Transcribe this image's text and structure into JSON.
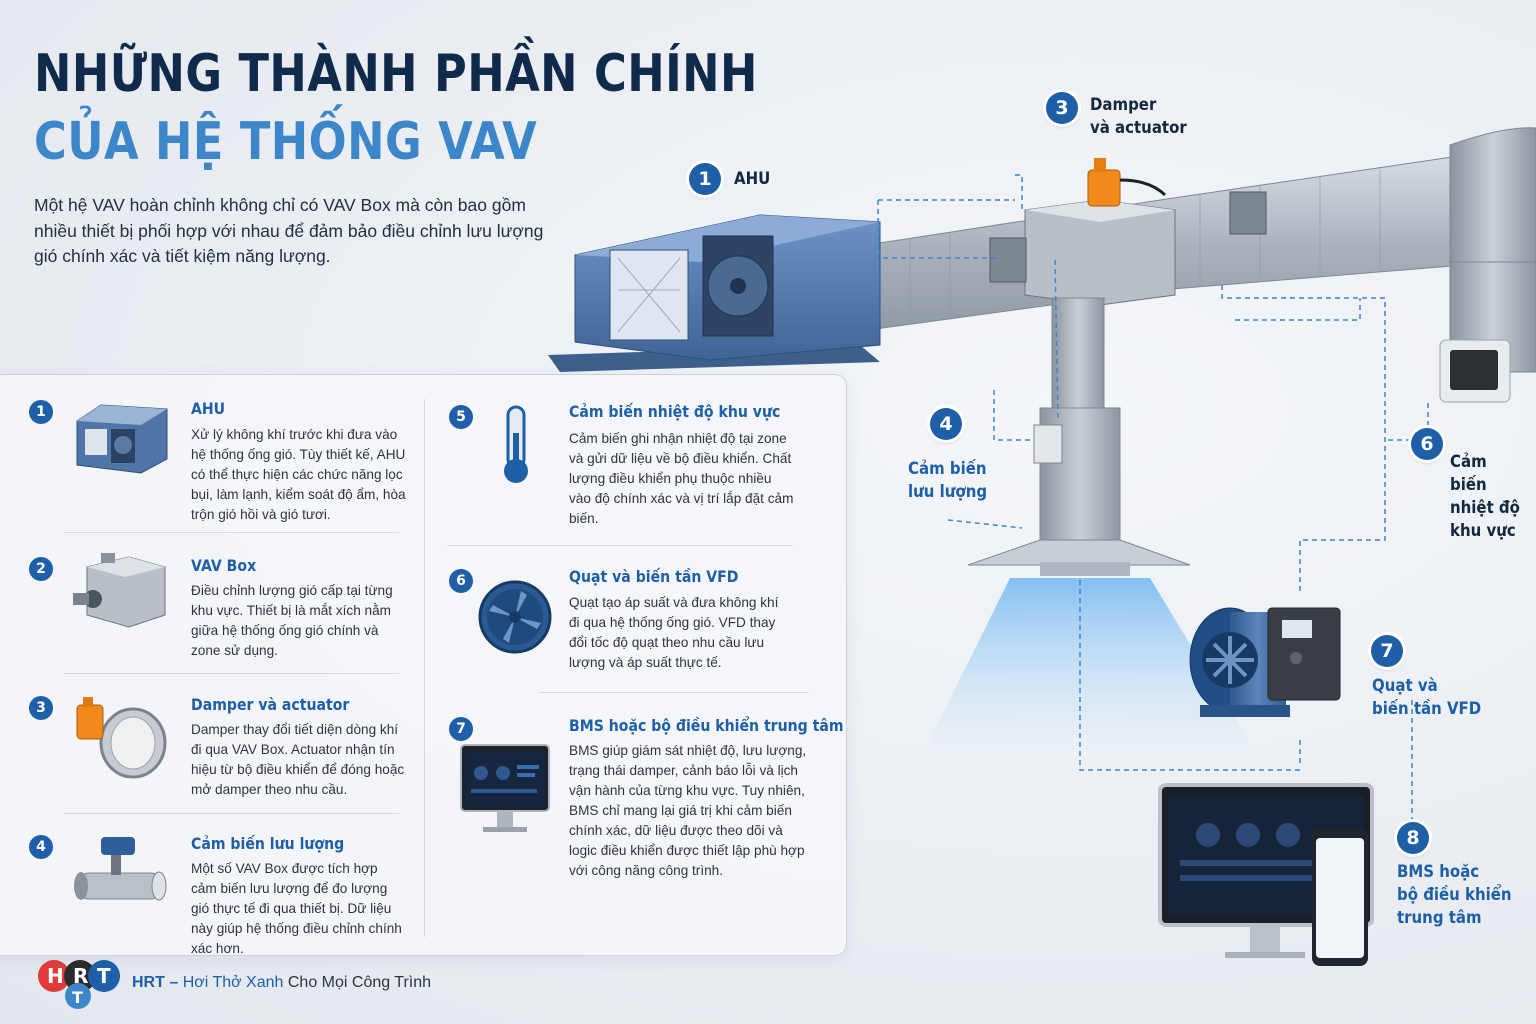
{
  "header": {
    "title_line1": "NHỮNG THÀNH PHẦN CHÍNH",
    "title_line2": "CỦA HỆ THỐNG VAV",
    "intro": "Một hệ VAV hoàn chỉnh không chỉ có VAV Box mà còn bao gồm nhiều thiết bị phối hợp với nhau để đảm bảo điều chỉnh lưu lượng gió chính xác và tiết kiệm năng lượng."
  },
  "diagram": {
    "callouts": [
      {
        "num": "1",
        "label": "AHU"
      },
      {
        "num": "3",
        "label_l1": "Damper",
        "label_l2": "và actuator"
      },
      {
        "num": "4",
        "label_l1": "Cảm biến",
        "label_l2": "lưu lượng"
      },
      {
        "num": "6",
        "label_l1": "Cảm biến",
        "label_l2": "nhiệt độ",
        "label_l3": "khu vực"
      },
      {
        "num": "7",
        "label_l1": "Quạt và",
        "label_l2": "biến tần VFD"
      },
      {
        "num": "8",
        "label_l1": "BMS hoặc",
        "label_l2": "bộ điều khiển",
        "label_l3": "trung tâm"
      }
    ]
  },
  "components": [
    {
      "num": "1",
      "title": "AHU",
      "desc": "Xử lý không khí trước khi đưa vào hệ thống ống gió. Tùy thiết kế, AHU có thể thực hiện các chức năng lọc bụi, làm lạnh, kiểm soát độ ẩm, hòa trộn gió hồi và gió tươi.",
      "icon": "ahu-icon"
    },
    {
      "num": "2",
      "title": "VAV Box",
      "desc": "Điều chỉnh lượng gió cấp tại từng khu vực. Thiết bị là mắt xích nằm giữa hệ thống ống gió chính và zone sử dụng.",
      "icon": "vav-box-icon"
    },
    {
      "num": "3",
      "title": "Damper và actuator",
      "desc": "Damper thay đổi tiết diện dòng khí đi qua VAV Box. Actuator nhận tín hiệu từ bộ điều khiển để đóng hoặc mở damper theo nhu cầu.",
      "icon": "damper-actuator-icon"
    },
    {
      "num": "4",
      "title": "Cảm biến lưu lượng",
      "desc": "Một số VAV Box được tích hợp cảm biến lưu lượng để đo lượng gió thực tế đi qua thiết bị. Dữ liệu này giúp hệ thống điều chỉnh chính xác hơn.",
      "icon": "airflow-sensor-icon"
    },
    {
      "num": "5",
      "title": "Cảm biến nhiệt độ khu vực",
      "desc": "Cảm biến ghi nhận nhiệt độ tại zone và gửi dữ liệu về bộ điều khiển. Chất lượng điều khiển phụ thuộc nhiều vào độ chính xác và vị trí lắp đặt cảm biến.",
      "icon": "thermometer-icon"
    },
    {
      "num": "6",
      "title": "Quạt và biến tần VFD",
      "desc": "Quạt tạo áp suất và đưa không khí đi qua hệ thống ống gió. VFD thay đổi tốc độ quạt theo nhu cầu lưu lượng và áp suất thực tế.",
      "icon": "fan-icon"
    },
    {
      "num": "7",
      "title": "BMS hoặc bộ điều khiển trung tâm",
      "desc": "BMS giúp giám sát nhiệt độ, lưu lượng, trạng thái damper, cảnh báo lỗi và lịch vận hành của từng khu vực. Tuy nhiên, BMS chỉ mang lại giá trị khi cảm biến chính xác, dữ liệu được theo dõi và logic điều khiển được thiết lập phù hợp với công năng công trình.",
      "icon": "bms-monitor-icon"
    }
  ],
  "footer": {
    "logo_text": "HRT",
    "brand": "HRT",
    "dash": " – ",
    "slogan": "Hơi Thở Xanh",
    "rest": " Cho Mọi Công Trình"
  }
}
